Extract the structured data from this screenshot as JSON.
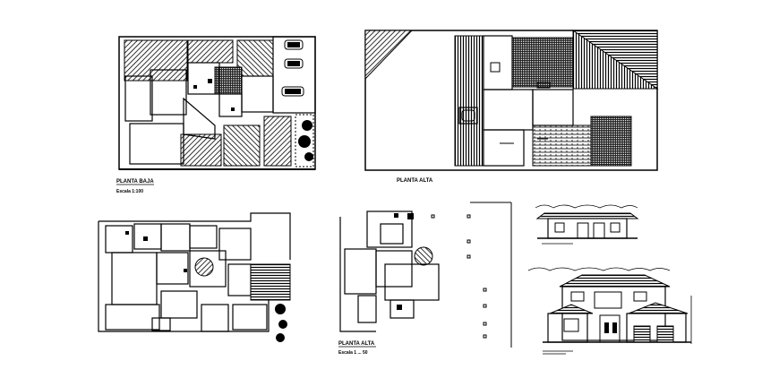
{
  "drawing": {
    "labels": {
      "planta_baja": "PLANTA BAJA",
      "planta_baja_scale": "Escala 1:100",
      "planta_alta_top": "PLANTA ALTA",
      "planta_alta_bottom": "PLANTA ALTA",
      "planta_alta_bottom_scale": "Escala 1 ... 50"
    }
  }
}
